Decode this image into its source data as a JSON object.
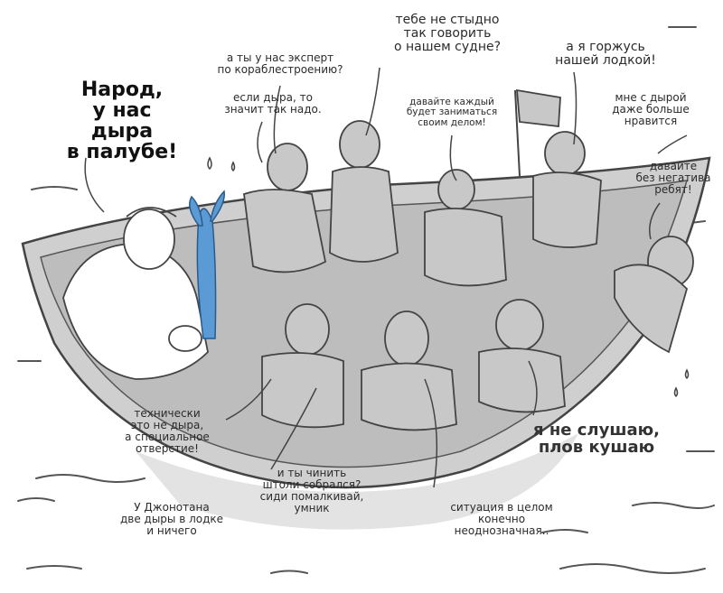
{
  "palette": {
    "boat_fill": "#cfcfcf",
    "boat_inner": "#bdbdbd",
    "water_line": "#555555",
    "figure_fill": "#c8c8c8",
    "stroke": "#444444",
    "water_jet": "#5b9bd5"
  },
  "captions": {
    "hole_alert": "Народ,\nу нас дыра\nв палубе!",
    "shipbuilding_expert": "а ты у нас эксперт\nпо кораблестроению?",
    "if_hole_needed": "если дыра, то\nзначит так надо.",
    "not_ashamed": "тебе не стыдно\nтак говорить\nо нашем судне?",
    "mind_own_business": "давайте каждый\nбудет заниматься\nсвоим делом!",
    "proud_of_boat": "а я горжусь\nнашей лодкой!",
    "like_hole_more": "мне с дырой\nдаже больше\nнравится",
    "no_negativity": "давайте\nбез негатива\nребят!",
    "technically_not_hole": "технически\nэто не дыра,\nа специальное\nотверстие!",
    "will_you_fix": "и ты чинить\nштоли собрался?\nсиди помалкивай,\nумник",
    "jonathan_two_holes": "У Джонотана\nдве дыры в лодке\nи ничего",
    "situation_ambiguous": "ситуация в целом\nконечно\nнеоднозначная..",
    "not_listening": "я не слушаю,\nплов кушаю"
  },
  "icons": {
    "flag": "boat-flag-icon"
  }
}
